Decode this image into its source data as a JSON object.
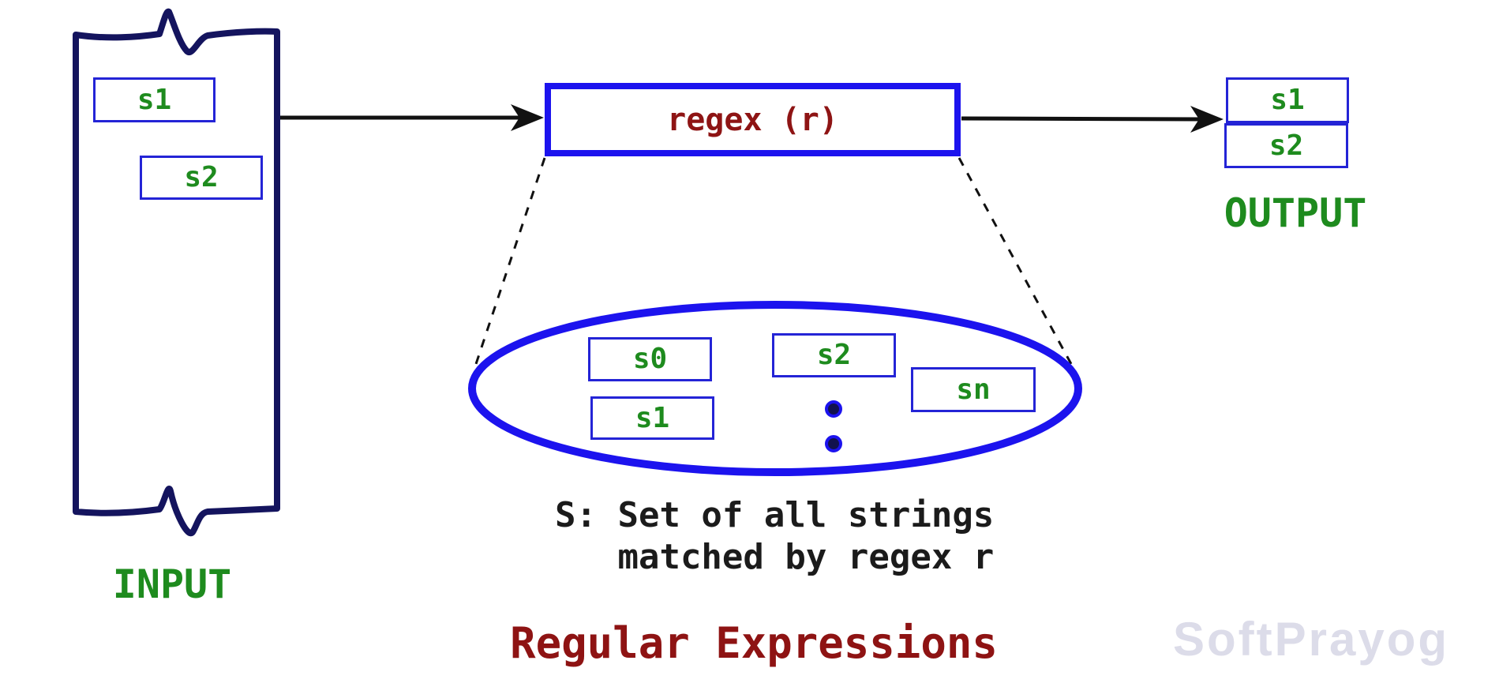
{
  "title": "Regular Expressions",
  "watermark": "SoftPrayog",
  "colors": {
    "input_outline_navy": "#14145e",
    "thick_blue": "#1c13ee",
    "chip_border_blue": "#2424d6",
    "string_green": "#1e8b1e",
    "regex_dark_red": "#8e1414",
    "title_dark_red": "#8e1313",
    "arrow_black": "#111111",
    "caption_black": "#1b1b1b",
    "watermark_gray": "#dcdce9"
  },
  "input": {
    "label": "INPUT",
    "strings": [
      {
        "label": "s1"
      },
      {
        "label": "s2"
      }
    ]
  },
  "regex_box": {
    "label": "regex (r)"
  },
  "output": {
    "label": "OUTPUT",
    "strings": [
      {
        "label": "s1"
      },
      {
        "label": "s2"
      }
    ]
  },
  "string_set": {
    "name": "S",
    "members": [
      {
        "label": "s0"
      },
      {
        "label": "s1"
      },
      {
        "label": "s2"
      },
      {
        "label": "sn"
      }
    ],
    "ellipsis_dots": 2,
    "caption_line1": "S: Set of all strings",
    "caption_line2": "   matched by regex r"
  }
}
